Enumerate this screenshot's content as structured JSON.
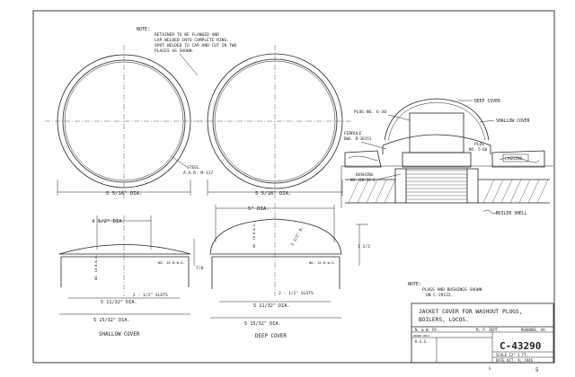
{
  "note": {
    "label": "NOTE:",
    "lines": [
      "RETAINER TO BE FLANGED AND",
      "LAP WELDED INTO COMPLETE RING.",
      "SPOT WELDED TO CAP AND CUT IN TWO",
      "PLACES AS SHOWN."
    ]
  },
  "plan_views": {
    "steel_note": [
      "STEEL",
      "A.A.R. M-117"
    ],
    "shallow_dia": "5 5/16\" DIA.",
    "deep_dia": "5 5/16\" DIA."
  },
  "section_view": {
    "labels": {
      "deep_cover": "DEEP COVER",
      "shallow_cover": "SHALLOW COVER",
      "plug_top": "PLUG NO. 6-30",
      "ferrule": [
        "FERRULE",
        "DWG. B-38151"
      ],
      "plug_small": [
        "PLUG",
        "NO. 5-60"
      ],
      "lagging": "LAGGING",
      "bushing": [
        "BUSHING",
        "NO. 08-34-6"
      ],
      "boiler_shell": "BOILER SHELL"
    }
  },
  "shallow_cover": {
    "top_dia": "4 1/2\" DIA.",
    "thk": "NO. 18 B.W.G.",
    "side_thk": "NO. 16 B.W.G.",
    "slots": "2 - 1/2\" SLOTS",
    "bottom_dia_1": "5 11/32\" DIA.",
    "bottom_dia_2": "5 15/32\" DIA.",
    "dim_right": "7/8",
    "title": "SHALLOW COVER"
  },
  "deep_cover": {
    "top_dia": "5\" DIA.",
    "thk": "NO. 18 B.W.G.",
    "side_thk": "NO. 16 B.W.G.",
    "radius": "2 1/2\" R.",
    "slots": "2 - 1/2\" SLOTS",
    "bottom_dia_1": "5 11/32\" DIA.",
    "bottom_dia_2": "5 15/32\" DIA.",
    "dim_right": "1 1/2",
    "title": "DEEP COVER"
  },
  "plugs_note": {
    "label": "NOTE:",
    "lines": [
      "PLUGS AND BUSHINGS SHOWN",
      "ON C-29122."
    ]
  },
  "title_block": {
    "title": [
      "JACKET COVER FOR WASHOUT PLUGS,",
      "BOILERS, LOCOS."
    ],
    "ns_w_ry": "N. & W. RY.",
    "dept": "M. P. DEPT.",
    "city": "ROANOKE, VA.",
    "drawn_label": "DRAWN ONLY",
    "drawn_value": "K.G.S.",
    "drawing_no": "C-43290",
    "scale": "SCALE 12\" 1 FT.",
    "date": "DATE OCT. 9, 1946"
  },
  "margin_marks": [
    "5",
    "G"
  ]
}
